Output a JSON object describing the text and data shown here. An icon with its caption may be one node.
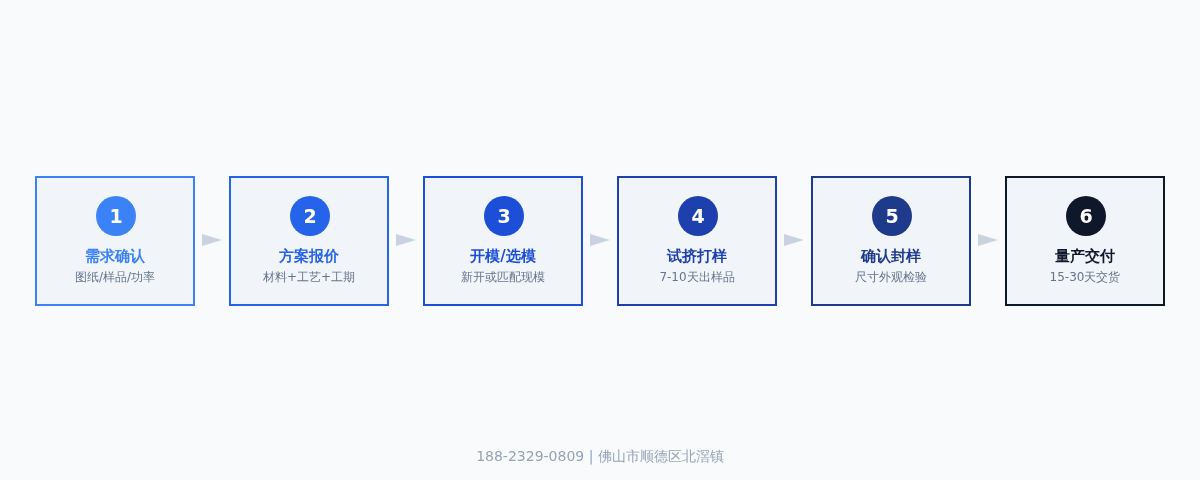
{
  "diagram": {
    "nodes": [
      {
        "text": [
          "1",
          "需求确认",
          "图纸/样品/功率"
        ]
      },
      {
        "text": [
          "2",
          "方案报价",
          "材料+工艺+工期"
        ]
      },
      {
        "text": [
          "3",
          "开模/选模",
          "新开或匹配现模"
        ]
      },
      {
        "text": [
          "4",
          "试挤打样",
          "7-10天出样品"
        ]
      },
      {
        "text": [
          "5",
          "确认封样",
          "尺寸外观检验"
        ]
      },
      {
        "text": [
          "6",
          "量产交付",
          "15-30天交货"
        ]
      }
    ],
    "edges": [
      {
        "from": 0,
        "to": 1,
        "arrow": "to"
      },
      {
        "from": 1,
        "to": 2,
        "arrow": "to"
      },
      {
        "from": 2,
        "to": 3,
        "arrow": "to"
      },
      {
        "from": 3,
        "to": 4,
        "arrow": "to"
      },
      {
        "from": 4,
        "to": 5,
        "arrow": "to"
      }
    ],
    "labels": [
      "188-2329-0809 | 佛山市顺德区北滘镇"
    ]
  }
}
